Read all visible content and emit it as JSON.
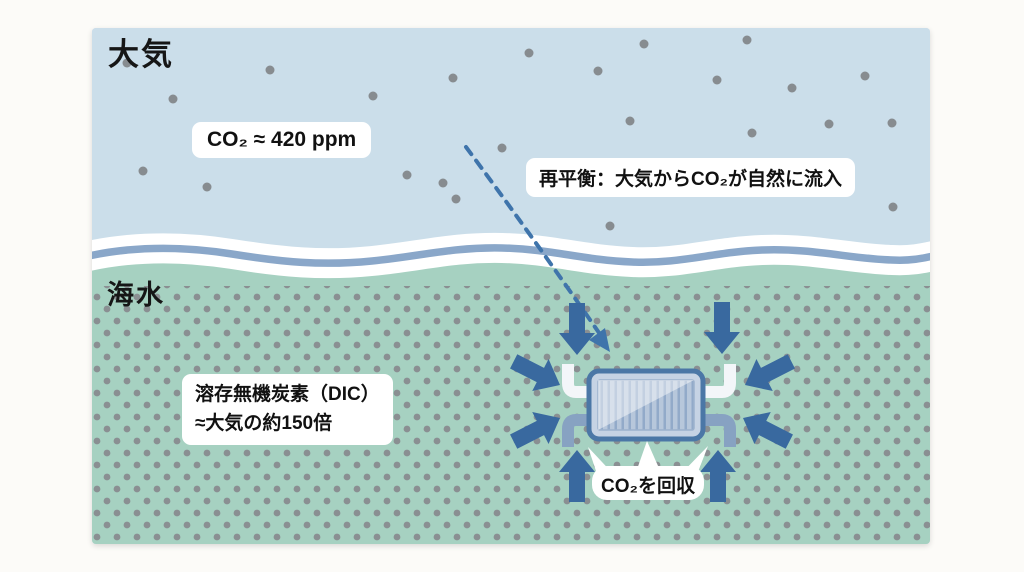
{
  "diagram": {
    "title_implicit": "",
    "atmosphere_label": "大気",
    "co2_concentration_label": "CO₂ ≈ 420 ppm",
    "reequilibration_label": "再平衡：大気からCO₂が自然に流入",
    "sea_label": "海水",
    "dic_label_line1": "溶存無機炭素（DIC）",
    "dic_label_line2": "≈大気の約150倍",
    "capture_label": "CO₂を回収"
  },
  "colors": {
    "sky": "#cbdeea",
    "seawater": "#a6d1c1",
    "sea_dots": "#8a8f92",
    "atmosphere_dots": "#878c90",
    "arrow_blue": "#39699f",
    "dashed_arrow": "#3f74ab",
    "wave_stripe": "#8aa7c9",
    "wave_band": "#ffffff",
    "device_border": "#4b77a6",
    "device_fill": "#c6d3e4",
    "device_stripe": "#92aac9",
    "pipe_top": "#f3f6f9",
    "pipe_bottom": "#87a2c2",
    "label_text": "#111111",
    "label_background": "#ffffff"
  }
}
